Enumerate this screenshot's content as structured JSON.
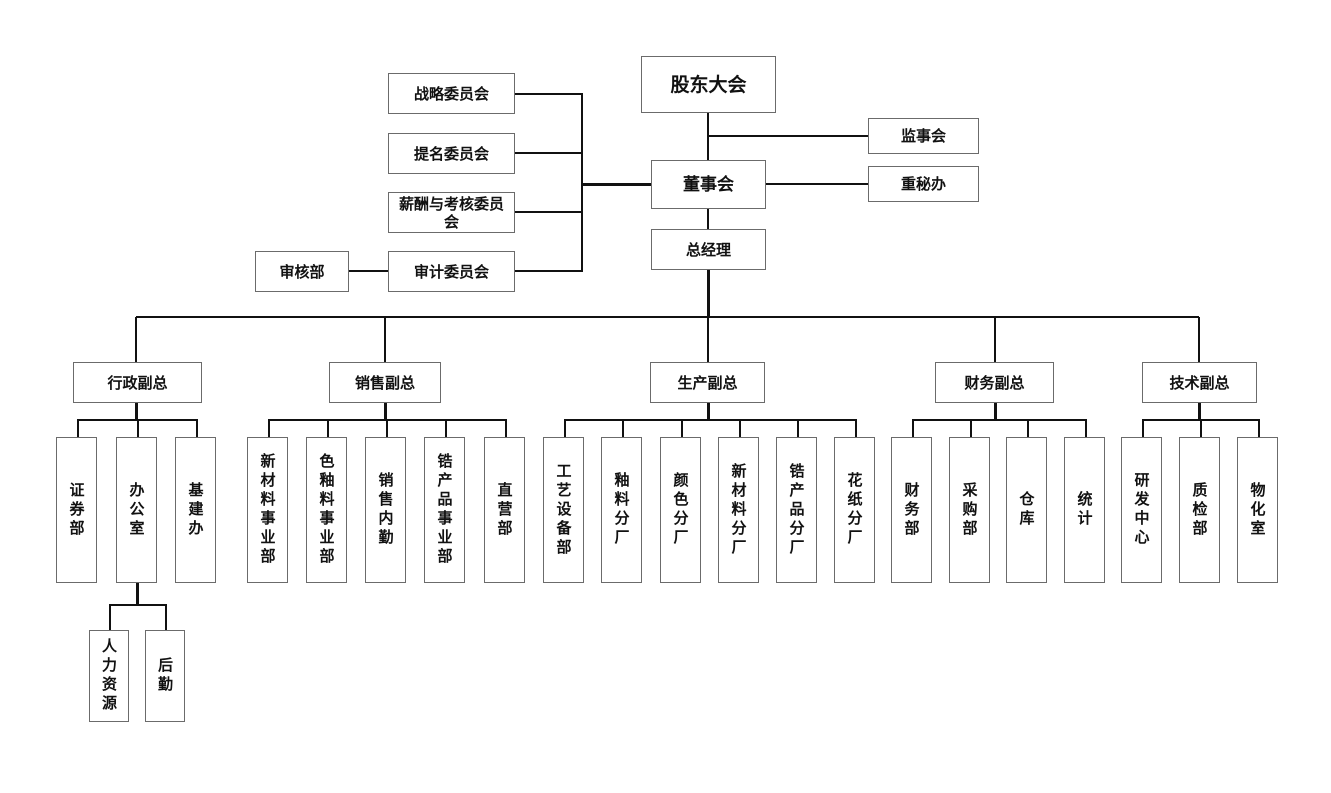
{
  "top": {
    "shareholders": "股东大会",
    "supervisory_board": "监事会",
    "board": "董事会",
    "board_secretary_office": "重秘办",
    "general_manager": "总经理"
  },
  "committees": [
    {
      "label": "战略委员会"
    },
    {
      "label": "提名委员会"
    },
    {
      "label": "薪酬与考核委员会"
    },
    {
      "label": "审计委员会"
    }
  ],
  "audit_dept": "审核部",
  "vps": [
    {
      "label": "行政副总",
      "departments": [
        "证券部",
        "办公室",
        "基建办"
      ]
    },
    {
      "label": "销售副总",
      "departments": [
        "新材料事业部",
        "色釉料事业部",
        "销售内勤",
        "锆产品事业部",
        "直营部"
      ]
    },
    {
      "label": "生产副总",
      "departments": [
        "工艺设备部",
        "釉料分厂",
        "颜色分厂",
        "新材料分厂",
        "锆产品分厂",
        "花纸分厂"
      ]
    },
    {
      "label": "财务副总",
      "departments": [
        "财务部",
        "采购部",
        "仓库",
        "统计"
      ]
    },
    {
      "label": "技术副总",
      "departments": [
        "研发中心",
        "质检部",
        "物化室"
      ]
    }
  ],
  "office_subdepartments": [
    "人力资源",
    "后勤"
  ]
}
